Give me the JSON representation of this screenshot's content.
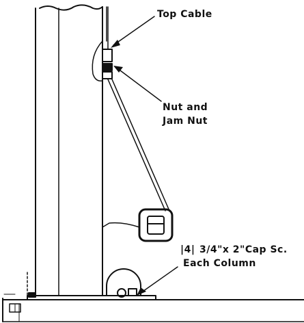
{
  "labels": {
    "top_cable": "Top Cable",
    "nut_line1": "Nut and",
    "nut_line2": "Jam Nut",
    "callout_number": "|4|",
    "cap_screw": "3/4\"x 2\"Cap Sc.",
    "each_column": "Each Column"
  },
  "colors": {
    "ink": "#111111",
    "background": "#ffffff"
  }
}
